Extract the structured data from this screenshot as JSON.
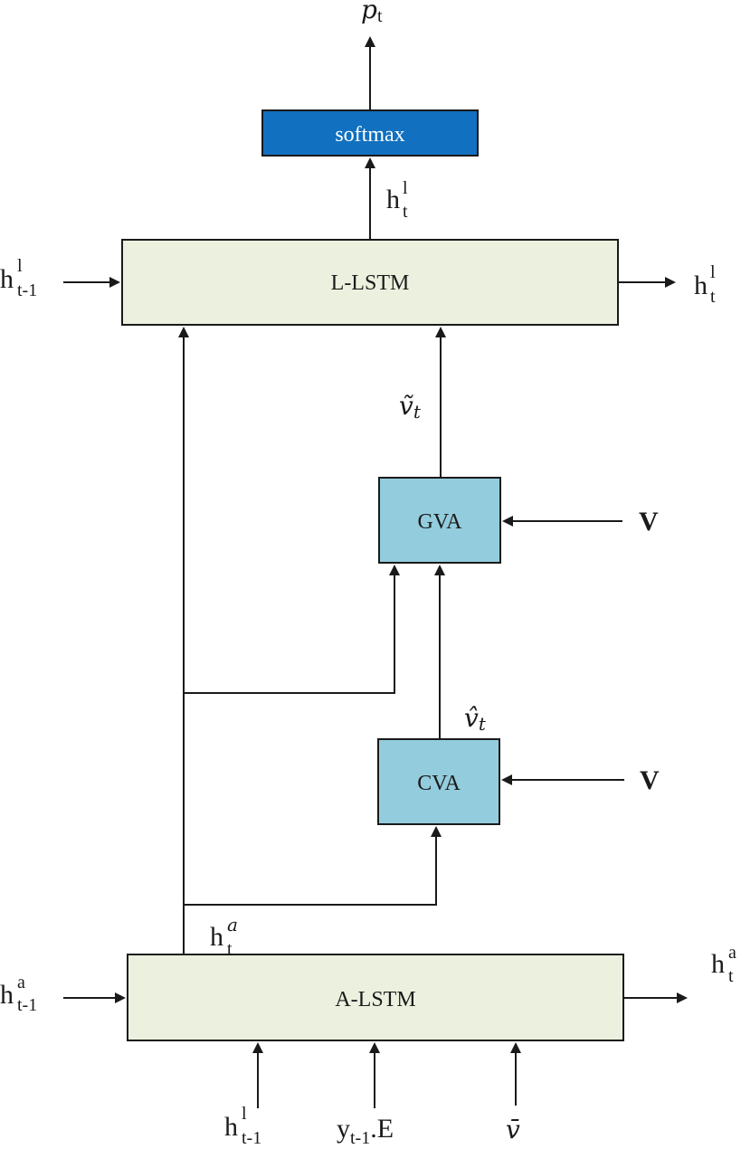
{
  "boxes": {
    "softmax": "softmax",
    "l_lstm": "L-LSTM",
    "gva": "GVA",
    "cva": "CVA",
    "a_lstm": "A-LSTM"
  },
  "colors": {
    "softmax_fill": "#1170bf",
    "lstm_fill": "#ebf1de",
    "attention_fill": "#93cddd",
    "stroke": "#1a1a1a"
  },
  "labels": {
    "p_base": "p",
    "p_sub": "t",
    "hl_t_top_base": "h",
    "hl_t_top_sup": "l",
    "hl_t_top_sub": "t",
    "hl_prev_left_base": "h",
    "hl_prev_left_sup": "l",
    "hl_prev_left_sub": "t-1",
    "hl_t_right_base": "h",
    "hl_t_right_sup": "l",
    "hl_t_right_sub": "t",
    "v_tilde": "ṽ",
    "v_tilde_sub": "t",
    "v_gva": "V",
    "v_hat": "v̂",
    "v_hat_sub": "t",
    "v_cva": "V",
    "ha_t_base": "h",
    "ha_t_sup": "a",
    "ha_t_sub": "t",
    "ha_prev_left_base": "h",
    "ha_prev_left_sup": "a",
    "ha_prev_left_sub": "t-1",
    "ha_t_right_base": "h",
    "ha_t_right_sup": "a",
    "ha_t_right_sub": "t",
    "hl_prev_bottom_base": "h",
    "hl_prev_bottom_sup": "l",
    "hl_prev_bottom_sub": "t-1",
    "y_base": "y",
    "y_sub": "t-1",
    "y_suffix": ".E",
    "v_bar": "v̄"
  }
}
